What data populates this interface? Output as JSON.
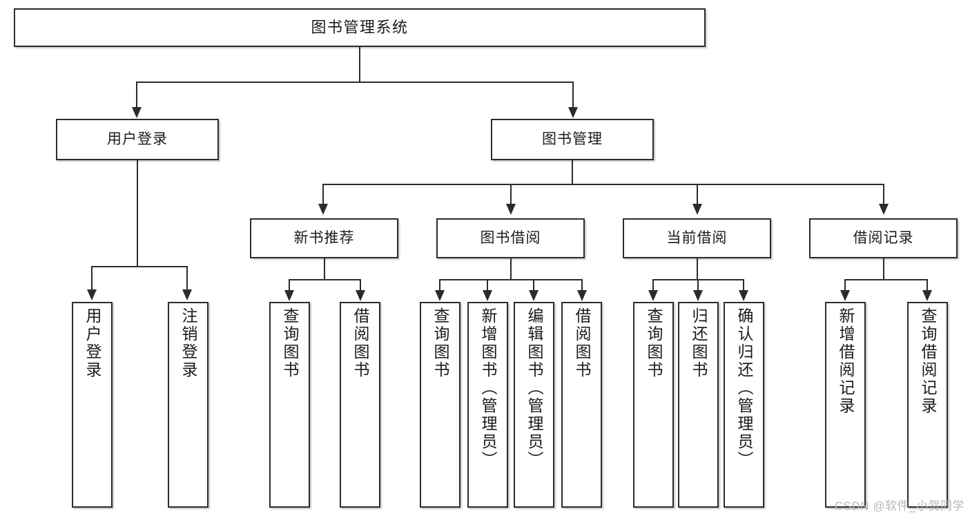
{
  "diagram": {
    "title": "图书管理系统",
    "type": "tree",
    "accent_color": "#2b2b2b",
    "background_color": "#ffffff",
    "root": {
      "label": "图书管理系统"
    },
    "level1": [
      {
        "label": "用户登录"
      },
      {
        "label": "图书管理"
      }
    ],
    "level2": [
      {
        "label": "新书推荐"
      },
      {
        "label": "图书借阅"
      },
      {
        "label": "当前借阅"
      },
      {
        "label": "借阅记录"
      }
    ],
    "leaves": {
      "user_login": [
        {
          "label": "用户登录"
        },
        {
          "label": "注销登录"
        }
      ],
      "new_book_recommend": [
        {
          "label": "查询图书"
        },
        {
          "label": "借阅图书"
        }
      ],
      "book_borrow": [
        {
          "label": "查询图书"
        },
        {
          "label": "新增图书（管理员）"
        },
        {
          "label": "编辑图书（管理员）"
        },
        {
          "label": "借阅图书"
        }
      ],
      "current_borrow": [
        {
          "label": "查询图书"
        },
        {
          "label": "归还图书"
        },
        {
          "label": "确认归还（管理员）"
        }
      ],
      "borrow_records": [
        {
          "label": "新增借阅记录"
        },
        {
          "label": "查询借阅记录"
        }
      ]
    }
  },
  "watermark": {
    "text": "CSDN @软件_小贺同学"
  }
}
